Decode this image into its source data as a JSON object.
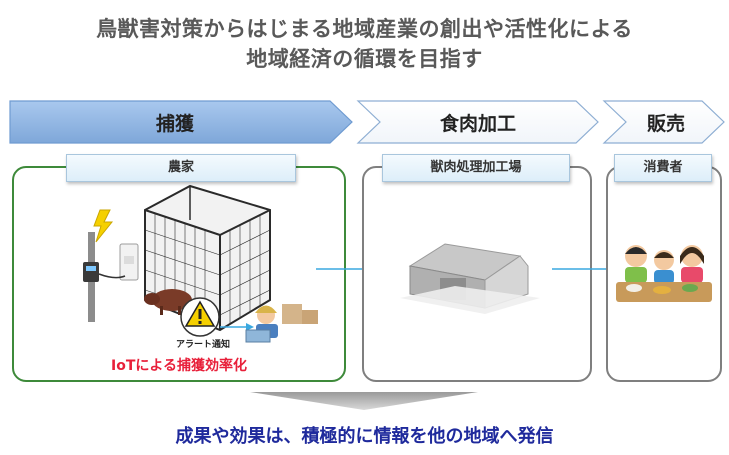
{
  "title": {
    "line1": "鳥獣害対策からはじまる地域産業の創出や活性化による",
    "line2": "地域経済の循環を目指す"
  },
  "stages": [
    {
      "label": "捕獲"
    },
    {
      "label": "食肉加工"
    },
    {
      "label": "販売"
    }
  ],
  "boxes": {
    "farmer": {
      "tag": "農家",
      "caption": "IoTによる捕獲効率化",
      "alert_label": "アラート通知"
    },
    "processing": {
      "tag": "獣肉処理加工場"
    },
    "consumer": {
      "tag": "消費者"
    }
  },
  "bottom_message": "成果や効果は、積極的に情報を他の地域へ発信",
  "colors": {
    "active_stage": "#8eb4e3",
    "farmer_border": "#3e8a3a",
    "box_border": "#7f7f7f",
    "flow_arrow": "#3aa8e0",
    "caption": "#e8203a",
    "bottom_message": "#1f2a9c"
  }
}
